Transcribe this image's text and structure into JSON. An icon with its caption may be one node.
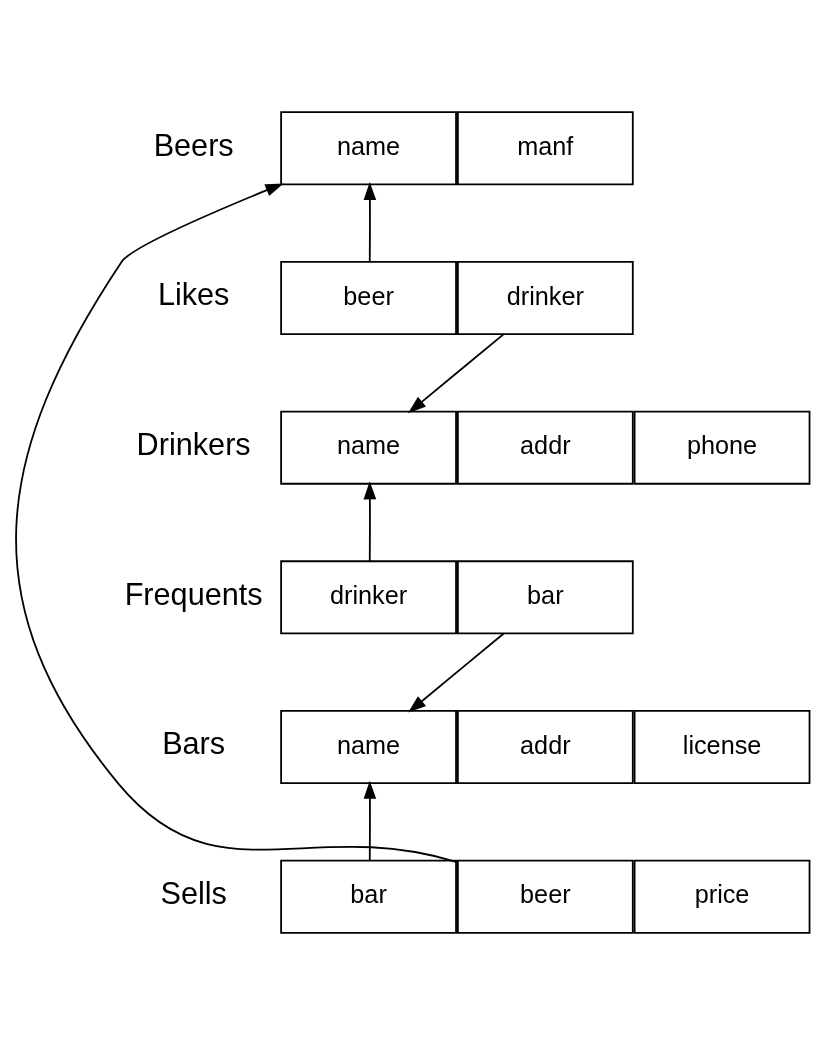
{
  "diagram": {
    "nodes": [
      {
        "text": [
          "name"
        ]
      },
      {
        "text": [
          "manf"
        ]
      },
      {
        "text": [
          "beer"
        ]
      },
      {
        "text": [
          "drinker"
        ]
      },
      {
        "text": [
          "name"
        ]
      },
      {
        "text": [
          "addr"
        ]
      },
      {
        "text": [
          "phone"
        ]
      },
      {
        "text": [
          "drinker"
        ]
      },
      {
        "text": [
          "bar"
        ]
      },
      {
        "text": [
          "name"
        ]
      },
      {
        "text": [
          "addr"
        ]
      },
      {
        "text": [
          "license"
        ]
      },
      {
        "text": [
          "bar"
        ]
      },
      {
        "text": [
          "beer"
        ]
      },
      {
        "text": [
          "price"
        ]
      }
    ],
    "edges": [
      {
        "from": 2,
        "to": 0,
        "arrow": "to"
      },
      {
        "from": 3,
        "to": 4,
        "arrow": "to"
      },
      {
        "from": 7,
        "to": 4,
        "arrow": "to"
      },
      {
        "from": 8,
        "to": 9,
        "arrow": "to"
      },
      {
        "from": 12,
        "to": 9,
        "arrow": "to"
      },
      {
        "from": 13,
        "to": 0,
        "arrow": "to"
      }
    ],
    "labels": [
      "Beers",
      "Likes",
      "Drinkers",
      "Frequents",
      "Bars",
      "Sells"
    ]
  }
}
